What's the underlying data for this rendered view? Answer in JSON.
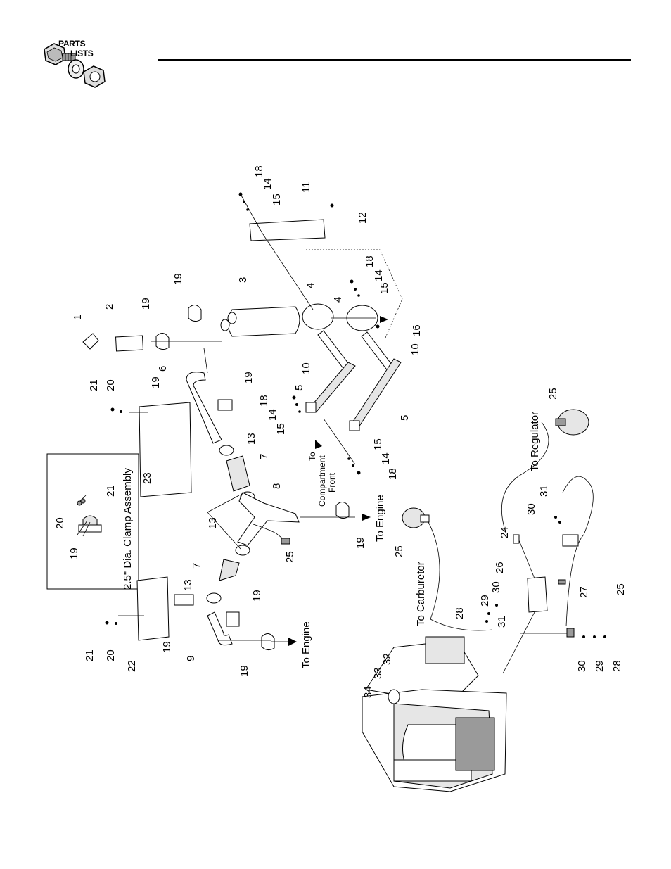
{
  "header": {
    "logo_word1": "PARTS",
    "logo_word2": "LISTS"
  },
  "inset": {
    "title": "2.5\" Dia. Clamp Assembly",
    "callouts": [
      "19",
      "20",
      "21"
    ]
  },
  "routing_labels": {
    "to_engine_upper": "To Engine",
    "to_engine_lower": "To Engine",
    "to_compartment_line1": "To",
    "to_compartment_line2": "Compartment",
    "to_compartment_line3": "Front",
    "to_carburetor": "To Carburetor",
    "to_regulator": "To Regulator"
  },
  "callouts": {
    "c1": "1",
    "c2": "2",
    "c3": "3",
    "c4a": "4",
    "c4b": "4",
    "c5a": "5",
    "c5b": "5",
    "c6": "6",
    "c7a": "7",
    "c7b": "7",
    "c8": "8",
    "c9": "9",
    "c10a": "10",
    "c10b": "10",
    "c11": "11",
    "c12": "12",
    "c13a": "13",
    "c13b": "13",
    "c13c": "13",
    "c14a": "14",
    "c14b": "14",
    "c14c": "14",
    "c14d": "14",
    "c15a": "15",
    "c15b": "15",
    "c15c": "15",
    "c15d": "15",
    "c16": "16",
    "c18a": "18",
    "c18b": "18",
    "c18c": "18",
    "c18d": "18",
    "c19a": "19",
    "c19b": "19",
    "c19c": "19",
    "c19d": "19",
    "c19e": "19",
    "c19f": "19",
    "c19g": "19",
    "c19h": "19",
    "c20a": "20",
    "c20b": "20",
    "c21a": "21",
    "c21b": "21",
    "c22": "22",
    "c23": "23",
    "c24": "24",
    "c25a": "25",
    "c25b": "25",
    "c25c": "25",
    "c25d": "25",
    "c26": "26",
    "c27": "27",
    "c28a": "28",
    "c28b": "28",
    "c29a": "29",
    "c29b": "29",
    "c30a": "30",
    "c30b": "30",
    "c30c": "30",
    "c31a": "31",
    "c31b": "31",
    "c32": "32",
    "c33": "33",
    "c34": "34"
  }
}
